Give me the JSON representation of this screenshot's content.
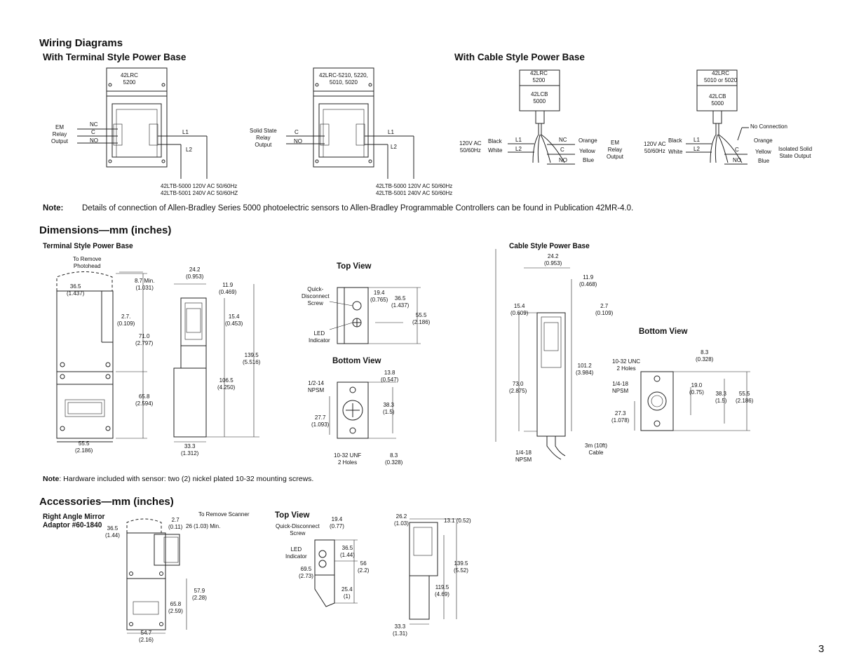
{
  "section_wiring": "Wiring Diagrams",
  "sub_terminal": "With Terminal Style Power Base",
  "sub_cable": "With Cable Style Power Base",
  "w1": {
    "model": "42LRC\n5200",
    "nc": "NC",
    "c": "C",
    "no": "NO",
    "em": "EM\nRelay\nOutput",
    "l1": "L1",
    "l2": "L2",
    "ratings": "42LTB-5000 120V AC 50/60Hz\n42LTB-5001 240V AC 50/60HZ"
  },
  "w2": {
    "model": "42LRC-5210, 5220,\n5010, 5020",
    "c": "C",
    "no": "NO",
    "ss": "Solid State\nRelay\nOutput",
    "l1": "L1",
    "l2": "L2",
    "ratings": "42LTB-5000 120V AC 50/60Hz\n42LTB-5001 240V AC 50/60Hz"
  },
  "w3": {
    "model": "42LRC\n5200",
    "base": "42LCB\n5000",
    "supply": "120V AC\n50/60Hz",
    "black": "Black",
    "white": "White",
    "l1": "L1",
    "l2": "L2",
    "nc": "NC",
    "c": "C",
    "no": "NO",
    "orange": "Orange",
    "yellow": "Yellow",
    "blue": "Blue",
    "em": "EM\nRelay\nOutput"
  },
  "w4": {
    "model": "42LRC\n5010 or 5020",
    "base": "42LCB\n5000",
    "supply": "120V AC\n50/60Hz",
    "black": "Black",
    "white": "White",
    "l1": "L1",
    "l2": "L2",
    "c": "C",
    "no": "NO",
    "noconn": "No Connection",
    "orange": "Orange",
    "yellow": "Yellow",
    "blue": "Blue",
    "iso": "Isolated Solid\nState Output"
  },
  "note1_label": "Note:",
  "note1_text": "Details of connection of Allen-Bradley Series 5000 photoelectric sensors to Allen-Bradley Programmable Controllers can be found in Publication 42MR-4.0.",
  "section_dims": "Dimensions—mm (inches)",
  "dim_terminal": "Terminal Style Power Base",
  "dim_cable": "Cable Style Power Base",
  "top_view": "Top View",
  "bottom_view": "Bottom View",
  "d1": {
    "remove": "To Remove\nPhotohead",
    "a": "36.5\n(1.437)",
    "b": "8.7 Min.\n(1.031)",
    "c": "2.7.\n(0.109)",
    "d": "71.0\n(2.797)",
    "e": "65.8\n(2.594)",
    "f": "55.5\n(2.186)"
  },
  "d2": {
    "a": "24.2\n(0.953)",
    "b": "11.9\n(0.469)",
    "c": "15.4\n(0.453)",
    "d": "106.5\n(4.250)",
    "e": "139.5\n(5.516)",
    "f": "33.3\n(1.312)"
  },
  "d3": {
    "qd": "Quick-\nDisconnect\nScrew",
    "led": "LED\nIndicator",
    "a": "19.4\n(0.765)",
    "b": "36.5\n(1.437)",
    "c": "55.5\n(2.186)"
  },
  "d4": {
    "npsm": "1/2-14\nNPSM",
    "a": "13.8\n(0.547)",
    "b": "38.3\n(1.5)",
    "c": "27.7\n(1.093)",
    "unf": "10-32 UNF\n2 Holes",
    "d": "8.3\n(0.328)"
  },
  "d5": {
    "a": "24.2\n(0.953)",
    "b": "11.9\n(0.468)",
    "c": "15.4\n(0.609)",
    "d": "2.7\n(0.109)",
    "e": "101.2\n(3.984)",
    "f": "73.0\n(2.875)",
    "npsm": "1/4-18\nNPSM",
    "cable": "3m (10ft)\nCable"
  },
  "d6": {
    "a": "8.3\n(0.328)",
    "unc": "10-32 UNC\n2 Holes",
    "npsm": "1/4-18\nNPSM",
    "b": "19.0\n(0.75)",
    "c": "38.3\n(1.5)",
    "d": "55.5\n(2.186)",
    "e": "27.3\n(1.078)"
  },
  "note2_label": "Note",
  "note2_text": ":  Hardware included with sensor: two (2) nickel plated 10-32 mounting screws.",
  "section_acc": "Accessories—mm (inches)",
  "acc_title": "Right Angle Mirror\nAdaptor #60-1840",
  "a1": {
    "remove": "To Remove Scanner",
    "a": "2.7\n(0.11)",
    "b": "26 (1.03) Min.",
    "c": "36.5\n(1.44)",
    "d": "57.9\n(2.28)",
    "e": "65.8\n(2.59)",
    "f": "54.7\n(2.16)"
  },
  "a2": {
    "title": "Top View",
    "qd": "Quick-Disconnect\nScrew",
    "led": "LED\nIndicator",
    "a": "19.4\n(0.77)",
    "b": "36.5\n(1.44)",
    "c": "56\n(2.2)",
    "d": "69.5\n(2.73)",
    "e": "25.4\n(1)"
  },
  "a3": {
    "a": "26.2\n(1.03)",
    "b": "13.1 (0.52)",
    "c": "139.5\n(5.52)",
    "d": "119.5\n(4.69)",
    "e": "33.3\n(1.31)"
  },
  "page_number": "3"
}
